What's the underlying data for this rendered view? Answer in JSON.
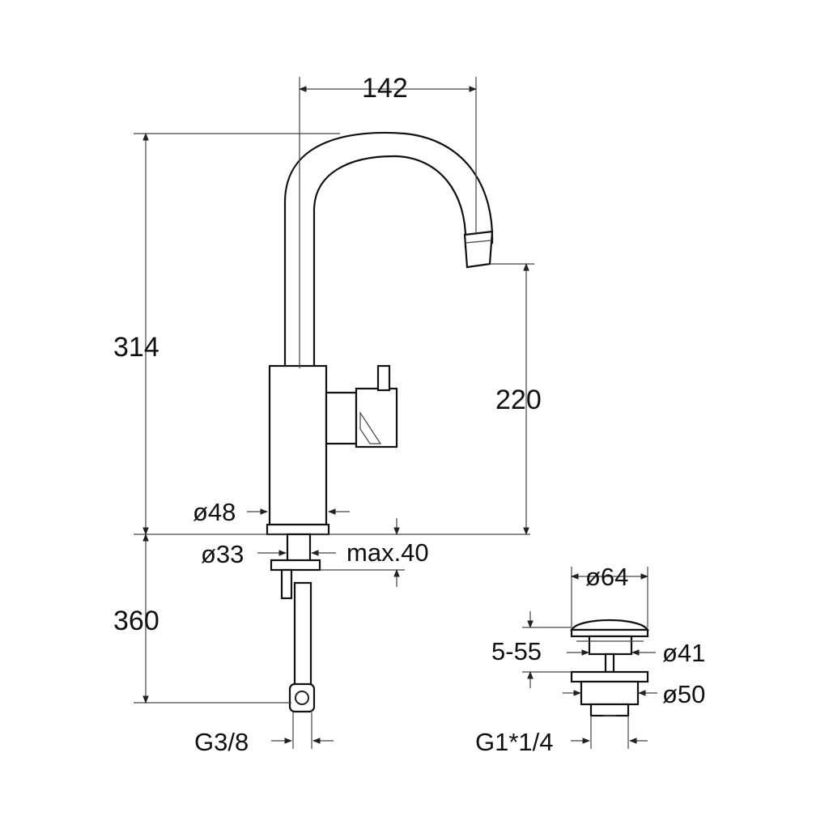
{
  "drawing": {
    "faucet": {
      "dimensions": {
        "spout_reach": "142",
        "total_height": "314",
        "spout_height": "220",
        "base_diameter": "ø48",
        "shank_diameter": "ø33",
        "max_counter_thickness": "max.40",
        "hose_length": "360",
        "hose_connection": "G3/8"
      }
    },
    "drain": {
      "dimensions": {
        "cap_diameter": "ø64",
        "clamping_range": "5-55",
        "neck_diameter": "ø41",
        "flange_diameter": "ø50",
        "thread": "G1*1/4"
      }
    }
  }
}
